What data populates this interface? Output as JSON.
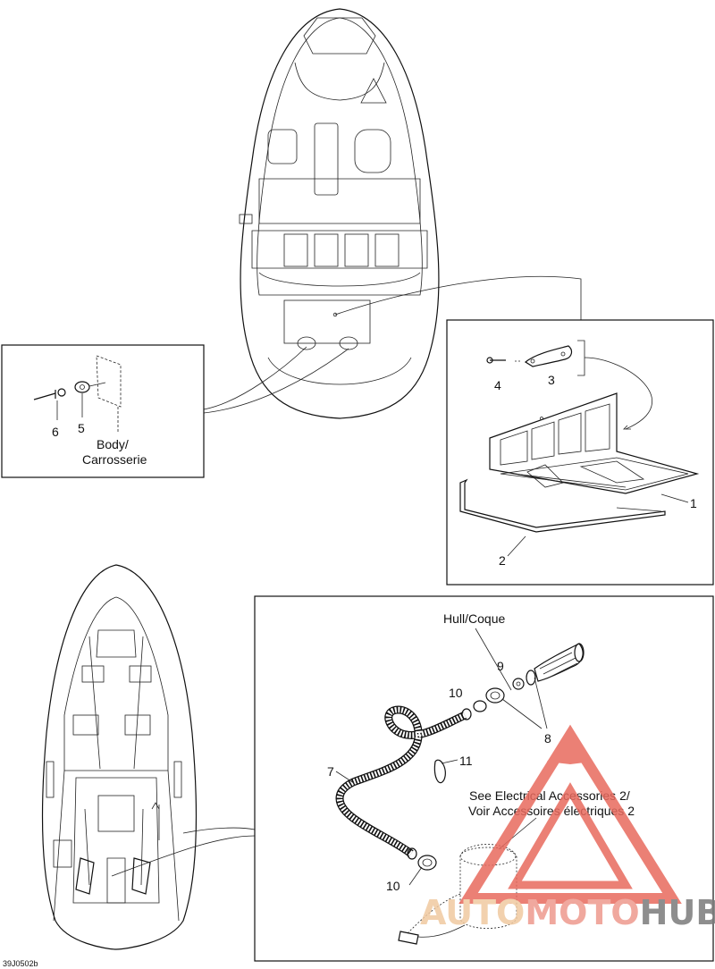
{
  "labels": {
    "body_fr": "Body/",
    "body_fr2": "Carrosserie",
    "hull": "Hull/Coque",
    "see_elec_1": "See Electrical Accessories 2/",
    "see_elec_2": "Voir Accessoires électriques 2",
    "diagram_code": "39J0502b"
  },
  "callouts": {
    "c1": "1",
    "c2": "2",
    "c3": "3",
    "c4": "4",
    "c5": "5",
    "c6": "6",
    "c7": "7",
    "c8": "8",
    "c9": "9",
    "c10a": "10",
    "c10b": "10",
    "c11": "11"
  },
  "watermark": {
    "part1": "AUTO",
    "part2": "MOTO",
    "part3": "HUB",
    "colors": {
      "auto": "#f0c9a0",
      "moto": "#ee9a8e",
      "hub": "#7b7b7b",
      "triangle": "#e86a5e"
    }
  }
}
